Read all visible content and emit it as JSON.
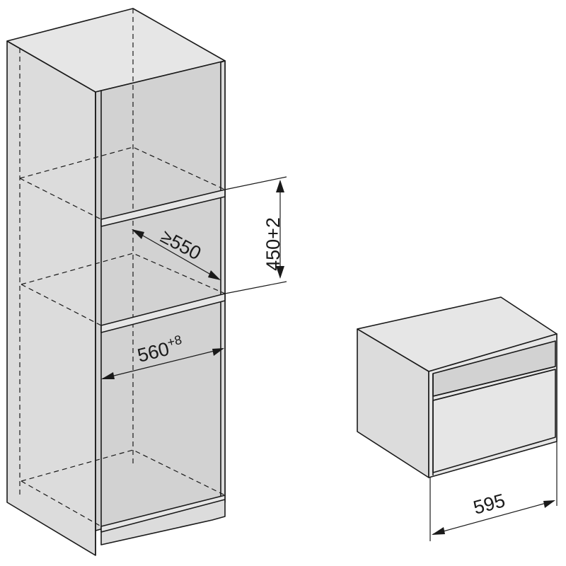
{
  "dimensions": {
    "niche_height": {
      "text": "450+2"
    },
    "niche_depth": {
      "prefix": "≥",
      "value": "550"
    },
    "niche_width": {
      "value": "560",
      "tolerance": "+8"
    },
    "appliance_width": {
      "text": "595"
    }
  },
  "colors": {
    "line": "#1a1a1a",
    "panel": "#dcdcdc",
    "background": "#ffffff"
  }
}
